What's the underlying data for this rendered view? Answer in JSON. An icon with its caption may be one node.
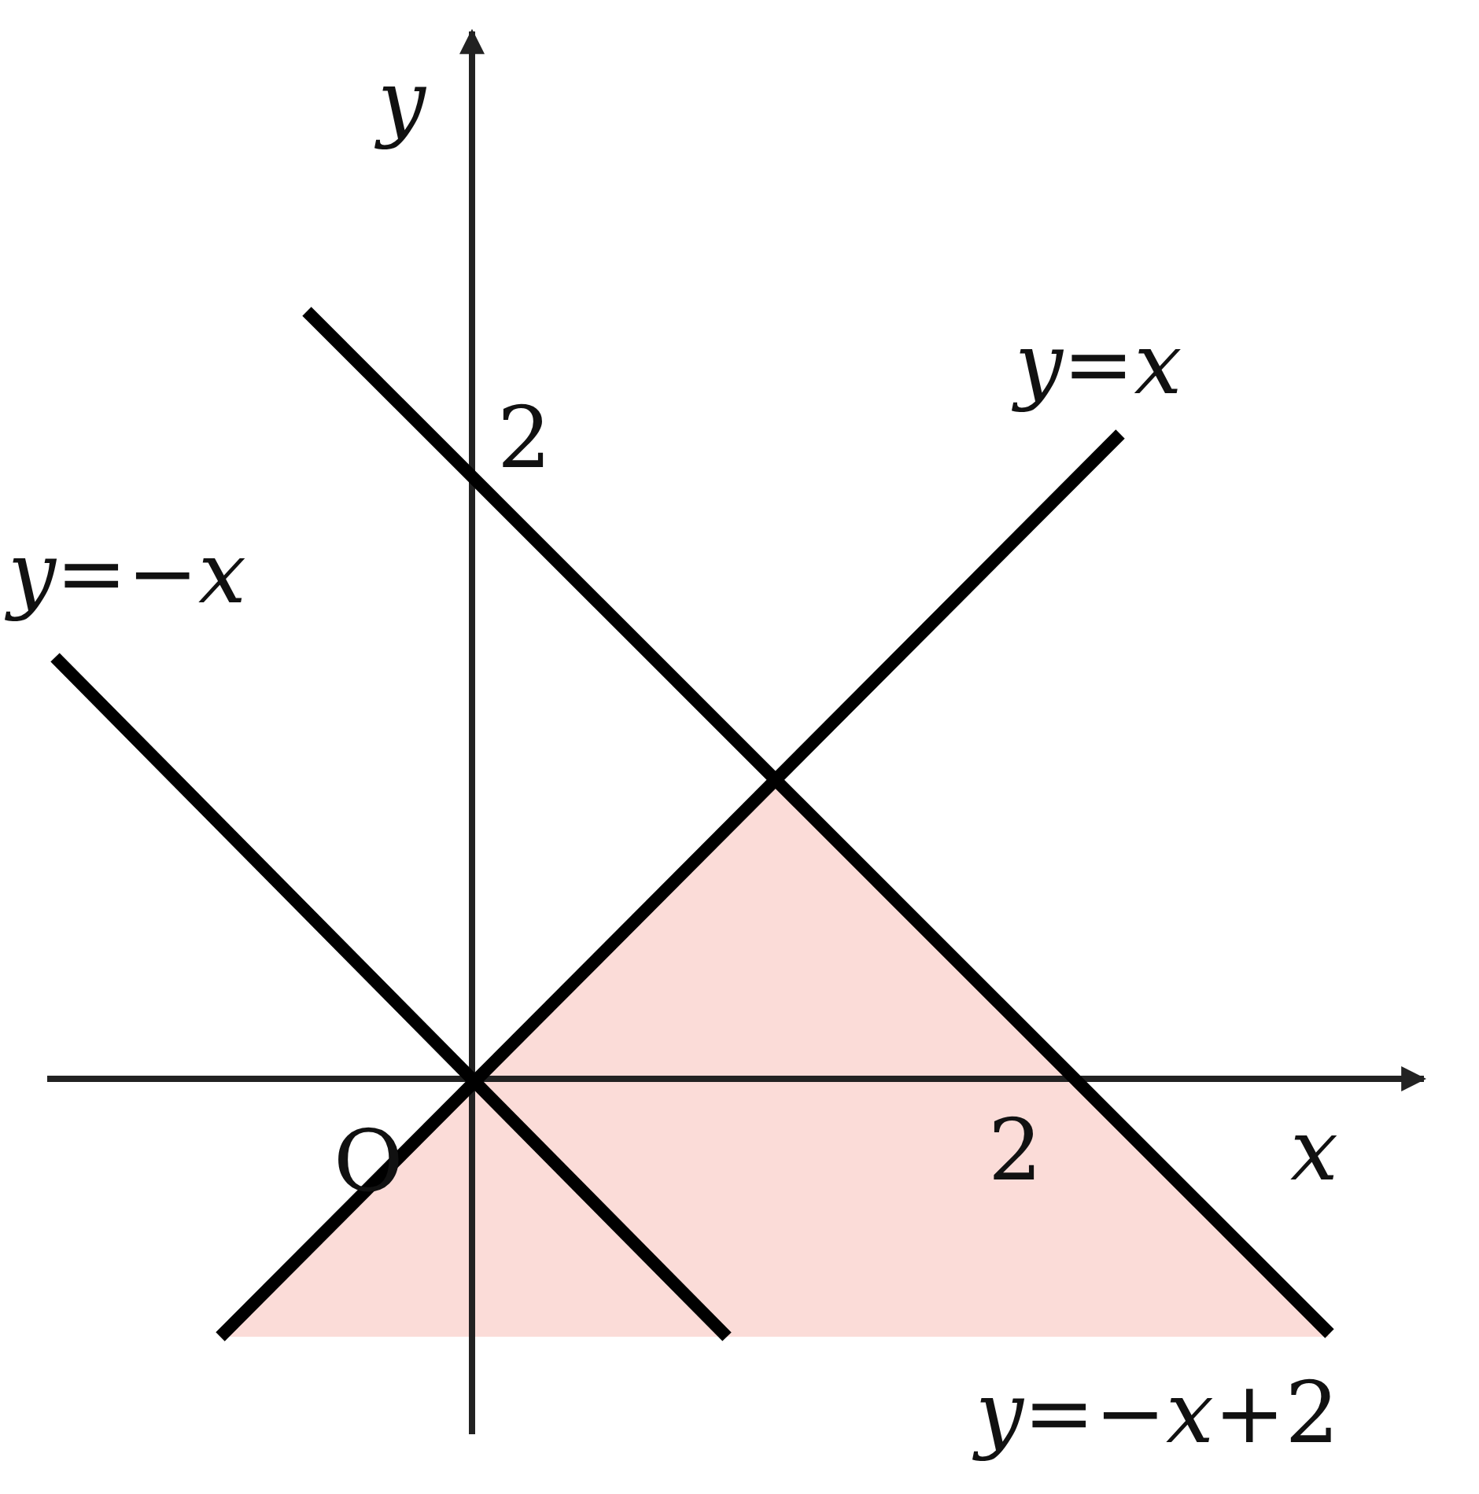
{
  "diagram": {
    "labels": [
      "*y*",
      "*y*=*x*",
      "2",
      "*y*=−*x*",
      "O",
      "2",
      "*x*",
      "*y*=−*x*+2"
    ]
  }
}
